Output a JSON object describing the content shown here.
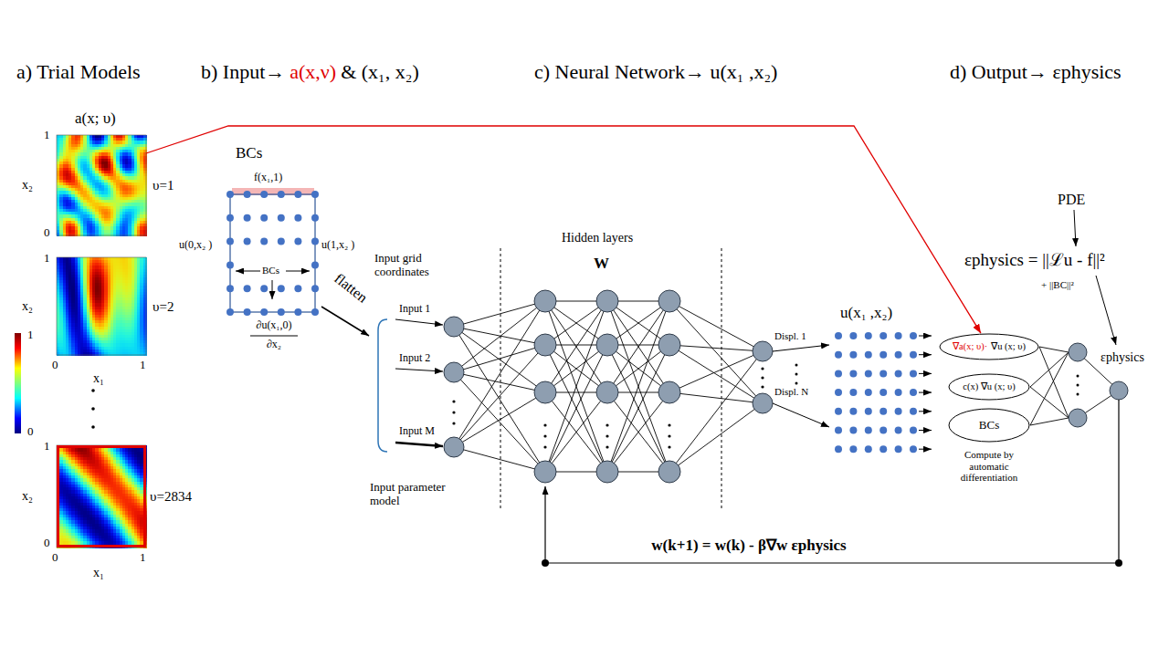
{
  "diagram": {
    "nodes": [
      {
        "text": [
          "υ=1"
        ]
      },
      {
        "text": [
          "υ=2"
        ]
      },
      {
        "text": [
          "υ=2834"
        ]
      },
      {
        "text": [
          "∇a(x; υ)·",
          "∇u (x; υ)"
        ]
      },
      {
        "text": [
          "c(x) ∇u (x; υ)"
        ]
      },
      {
        "text": [
          "BCs"
        ]
      }
    ],
    "edges": [
      {
        "from": 0,
        "to": 3,
        "arrow": "to"
      }
    ],
    "labels": [
      "a) Trial Models",
      "b) Input→",
      "a(x,ν)",
      "& (x₁, x₂)",
      "c) Neural Network→ u(x₁ ,x₂)",
      "d) Output→ εphysics",
      "a(x; υ)",
      "1",
      "x₂",
      "0",
      "1",
      "x₂",
      "0",
      "x₁",
      "1",
      "1",
      "0",
      "1",
      "x₂",
      "0",
      "0",
      "x₁",
      "1",
      "BCs",
      "f(x₁,1)",
      "u(0,x₂ )",
      "u(1,x₂ )",
      "BCs",
      "∂u(x₁,0)",
      "∂x₂",
      "flatten",
      "Input grid coordinates",
      "Input 1",
      "Input 2",
      "Input M",
      "Input parameter model",
      "Hidden layers",
      "W",
      "Displ. 1",
      "Displ. N",
      "u(x₁ ,x₂)",
      "Compute by automatic differentiation",
      "PDE",
      "εphysics = ||ℒu - f||²",
      "+ ||BC||²",
      "εphysics",
      "w(k+1) = w(k) - β∇w εphysics"
    ]
  }
}
